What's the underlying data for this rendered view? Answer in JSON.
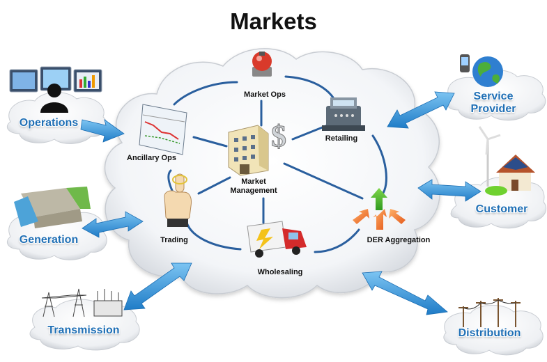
{
  "title": "Markets",
  "colors": {
    "link": "#2a5f9e",
    "external_label": "#1f6fb5",
    "arrow": "#2f8fd6"
  },
  "external_domains": [
    {
      "label": "Operations",
      "icon": "operations-monitors-icon"
    },
    {
      "label": "Generation",
      "icon": "hydro-dam-icon"
    },
    {
      "label": "Transmission",
      "icon": "transmission-towers-icon"
    },
    {
      "label": "Service Provider",
      "icon": "globe-phone-icon"
    },
    {
      "label": "Customer",
      "icon": "house-windmill-icon"
    },
    {
      "label": "Distribution",
      "icon": "utility-poles-icon"
    }
  ],
  "internal_nodes": [
    {
      "label": "Market Ops",
      "icon": "alarm-bell-icon"
    },
    {
      "label": "Retailing",
      "icon": "cash-register-icon"
    },
    {
      "label": "Ancillary Ops",
      "icon": "line-chart-icon"
    },
    {
      "label": "Market Management",
      "icon": "building-dollar-icon"
    },
    {
      "label": "Trading",
      "icon": "hand-pointer-icon"
    },
    {
      "label": "Wholesaling",
      "icon": "delivery-truck-icon"
    },
    {
      "label": "DER Aggregation",
      "icon": "converging-arrows-icon"
    }
  ]
}
